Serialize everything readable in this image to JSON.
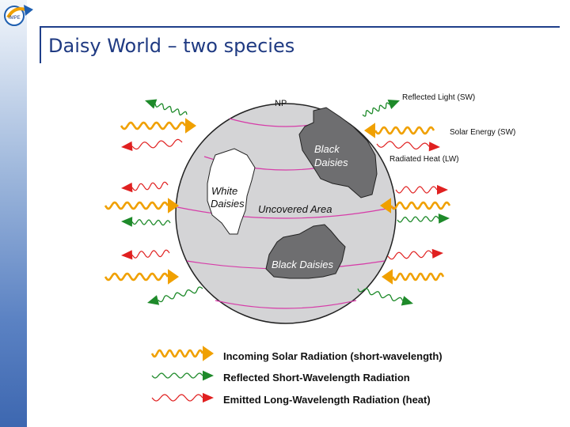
{
  "slide": {
    "title": "Daisy World – two species"
  },
  "globe": {
    "pole_label": "NP",
    "black_daisies_top": [
      "Black",
      "Daisies"
    ],
    "white_daisies": [
      "White",
      "Daisies"
    ],
    "uncovered_area": "Uncovered Area",
    "black_daisies_bottom": "Black Daisies"
  },
  "side_labels": {
    "reflected_light": "Reflected Light (SW)",
    "solar_energy": "Solar Energy (SW)",
    "radiated_heat": "Radiated Heat (LW)"
  },
  "legend": {
    "incoming": "Incoming Solar Radiation (short-wavelength)",
    "reflected": "Reflected Short-Wavelength Radiation",
    "emitted": "Emitted Long-Wavelength Radiation (heat)"
  },
  "colors": {
    "incoming": "#f0a000",
    "reflected": "#1e8a2a",
    "emitted": "#e02020",
    "globe": "#d4d4d6",
    "dark_daisies": "#6e6e70",
    "title": "#1f3a82"
  },
  "icons": {
    "logo": "institution-logo-icon"
  }
}
